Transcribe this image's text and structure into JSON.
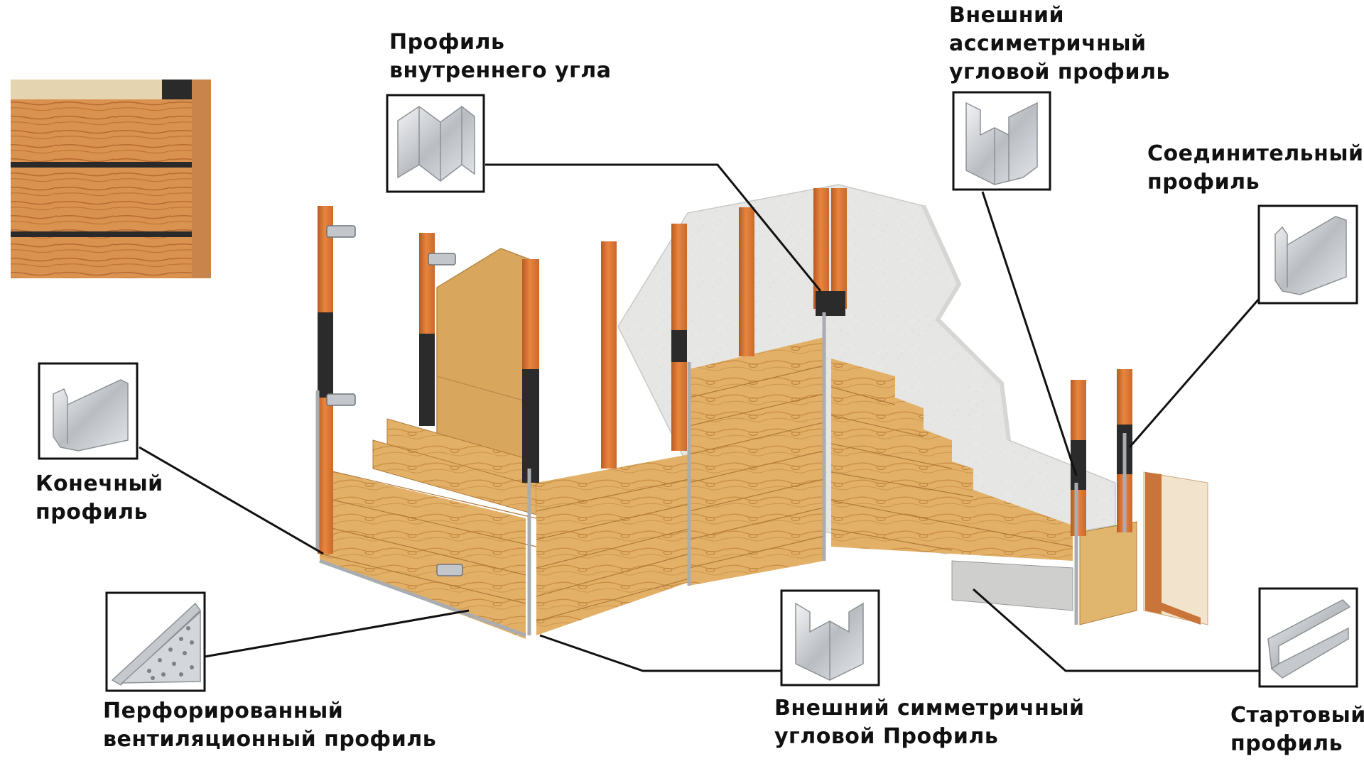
{
  "diagram": {
    "colors": {
      "post": "#e07a3a",
      "post_shadow": "#b85a22",
      "bracket_dark": "#2b2b2b",
      "siding": "#e3b067",
      "siding_grain": "#c98f45",
      "concrete": "#e6e6e4",
      "osb": "#dba65c",
      "profile_metal": "#bfc3c8",
      "callout_line": "#111111"
    },
    "labels": {
      "inner_corner": [
        "Профиль",
        "внутреннего угла"
      ],
      "outer_asym": [
        "Внешний",
        "ассиметричный",
        "угловой профиль"
      ],
      "connecting": [
        "Соединительный",
        "профиль"
      ],
      "end": [
        "Конечный",
        "профиль"
      ],
      "perforated": [
        "Перфорированный",
        "вентиляционный профиль"
      ],
      "outer_sym": [
        "Внешний симметричный",
        "угловой Профиль"
      ],
      "starter": [
        "Стартовый",
        "профиль"
      ]
    },
    "icons": {
      "siding_sample": "wood-siding-sample-photo",
      "inner_corner": "inner-corner-profile-icon",
      "outer_asym": "asymmetric-outer-corner-profile-icon",
      "connecting": "connecting-profile-icon",
      "end": "end-profile-icon",
      "perforated": "perforated-ventilation-profile-icon",
      "outer_sym": "symmetric-outer-corner-profile-icon",
      "starter": "starter-profile-icon"
    }
  }
}
